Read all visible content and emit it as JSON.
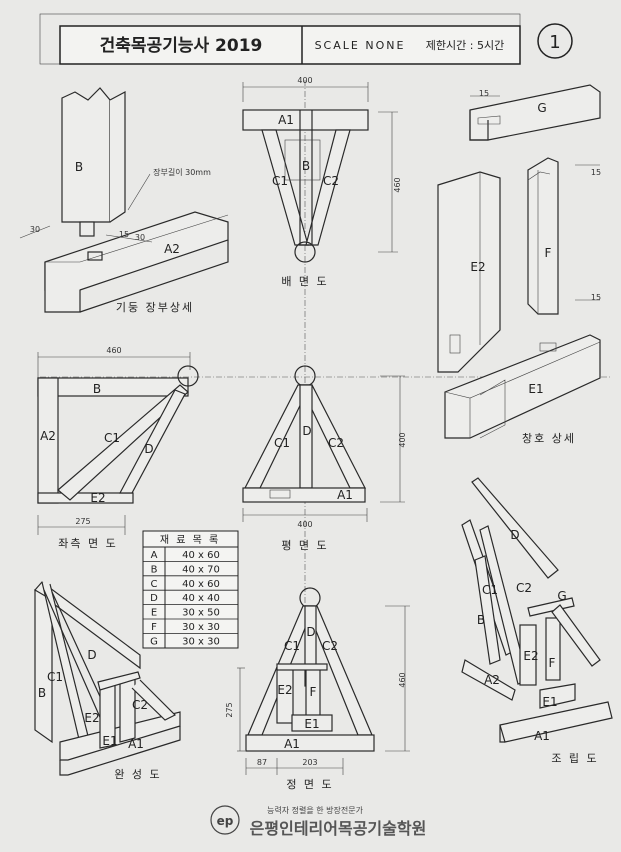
{
  "header": {
    "title": "건축목공기능사 2019",
    "scale": "SCALE NONE",
    "time_limit": "제한시간 : 5시간",
    "sheet_number": "1"
  },
  "views": {
    "column_detail": {
      "caption": "기둥 장부상세",
      "note": "장부길이 30mm",
      "dims": [
        "30",
        "15",
        "30"
      ],
      "labels": [
        "B",
        "A2"
      ]
    },
    "back_view": {
      "caption": "배 면 도",
      "dims": [
        "400",
        "460"
      ],
      "labels": [
        "A1",
        "B",
        "C1",
        "C2"
      ]
    },
    "side_view": {
      "caption": "좌측 면 도",
      "dims": [
        "460",
        "275"
      ],
      "labels": [
        "B",
        "A2",
        "C1",
        "D",
        "E2"
      ]
    },
    "plan_view": {
      "caption": "평 면 도",
      "dims": [
        "400",
        "400"
      ],
      "labels": [
        "C1",
        "D",
        "C2",
        "A1"
      ]
    },
    "front_view": {
      "caption": "정 면 도",
      "dims": [
        "275",
        "460",
        "87",
        "203"
      ],
      "labels": [
        "C1",
        "D",
        "C2",
        "E2",
        "F",
        "E1",
        "A1"
      ]
    },
    "completed_view": {
      "caption": "완 성 도",
      "labels": [
        "D",
        "C1",
        "B",
        "C2",
        "E2",
        "E1",
        "A1"
      ]
    },
    "brace_detail": {
      "caption": "창호 상세",
      "dims": [
        "15",
        "15",
        "15"
      ],
      "labels": [
        "G",
        "E2",
        "F",
        "E1"
      ]
    },
    "assembly_view": {
      "caption": "조 립 도",
      "labels": [
        "D",
        "C1",
        "C2",
        "G",
        "B",
        "E2",
        "F",
        "A2",
        "E1",
        "A1"
      ]
    }
  },
  "materials": {
    "title": "재 료 목 록",
    "rows": [
      {
        "id": "A",
        "size": "40 x 60"
      },
      {
        "id": "B",
        "size": "40 x 70"
      },
      {
        "id": "C",
        "size": "40 x 60"
      },
      {
        "id": "D",
        "size": "40 x 40"
      },
      {
        "id": "E",
        "size": "30 x 50"
      },
      {
        "id": "F",
        "size": "30 x 30"
      },
      {
        "id": "G",
        "size": "30 x 30"
      }
    ]
  },
  "footer": {
    "slogan": "능력자 정렬을 한 방장전문가",
    "academy": "은평인테리어목공기술학원"
  }
}
